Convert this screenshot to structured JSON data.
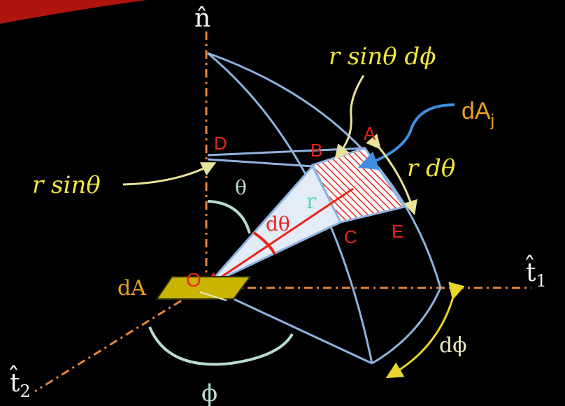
{
  "colors": {
    "background": "#000000",
    "axis": "#e8833a",
    "solid_edge": "#8fb3e0",
    "callout_yellow": "#e8e39a",
    "label_yellow": "#f2e640",
    "label_red": "#e8241c",
    "label_orange": "#e8a21c",
    "label_white": "#f2f2f2",
    "label_green": "#5fd6b4",
    "arc_pale": "#b7dccd",
    "area_patch": "#c9b400",
    "cone_fill": "#e3ecf7",
    "hatch_red": "#e8241c",
    "dphi_arrow": "#e8d62a"
  },
  "axes": {
    "n_label": "n̂",
    "t1_label": "t̂",
    "t1_sub": "1",
    "t2_label": "t̂",
    "t2_sub": "2"
  },
  "labels": {
    "r_sin_theta_dphi": "r sinθ dϕ",
    "dAj_main": "dA",
    "dAj_sub": "j",
    "r_dtheta": "r dθ",
    "r_sin_theta": "r sinθ",
    "theta": "θ",
    "dtheta": "dθ",
    "r": "r",
    "dA": "dA",
    "dphi": "dϕ",
    "phi": "ϕ"
  },
  "points": {
    "A": "A",
    "B": "B",
    "C": "C",
    "D": "D",
    "E": "E",
    "O": "O"
  }
}
